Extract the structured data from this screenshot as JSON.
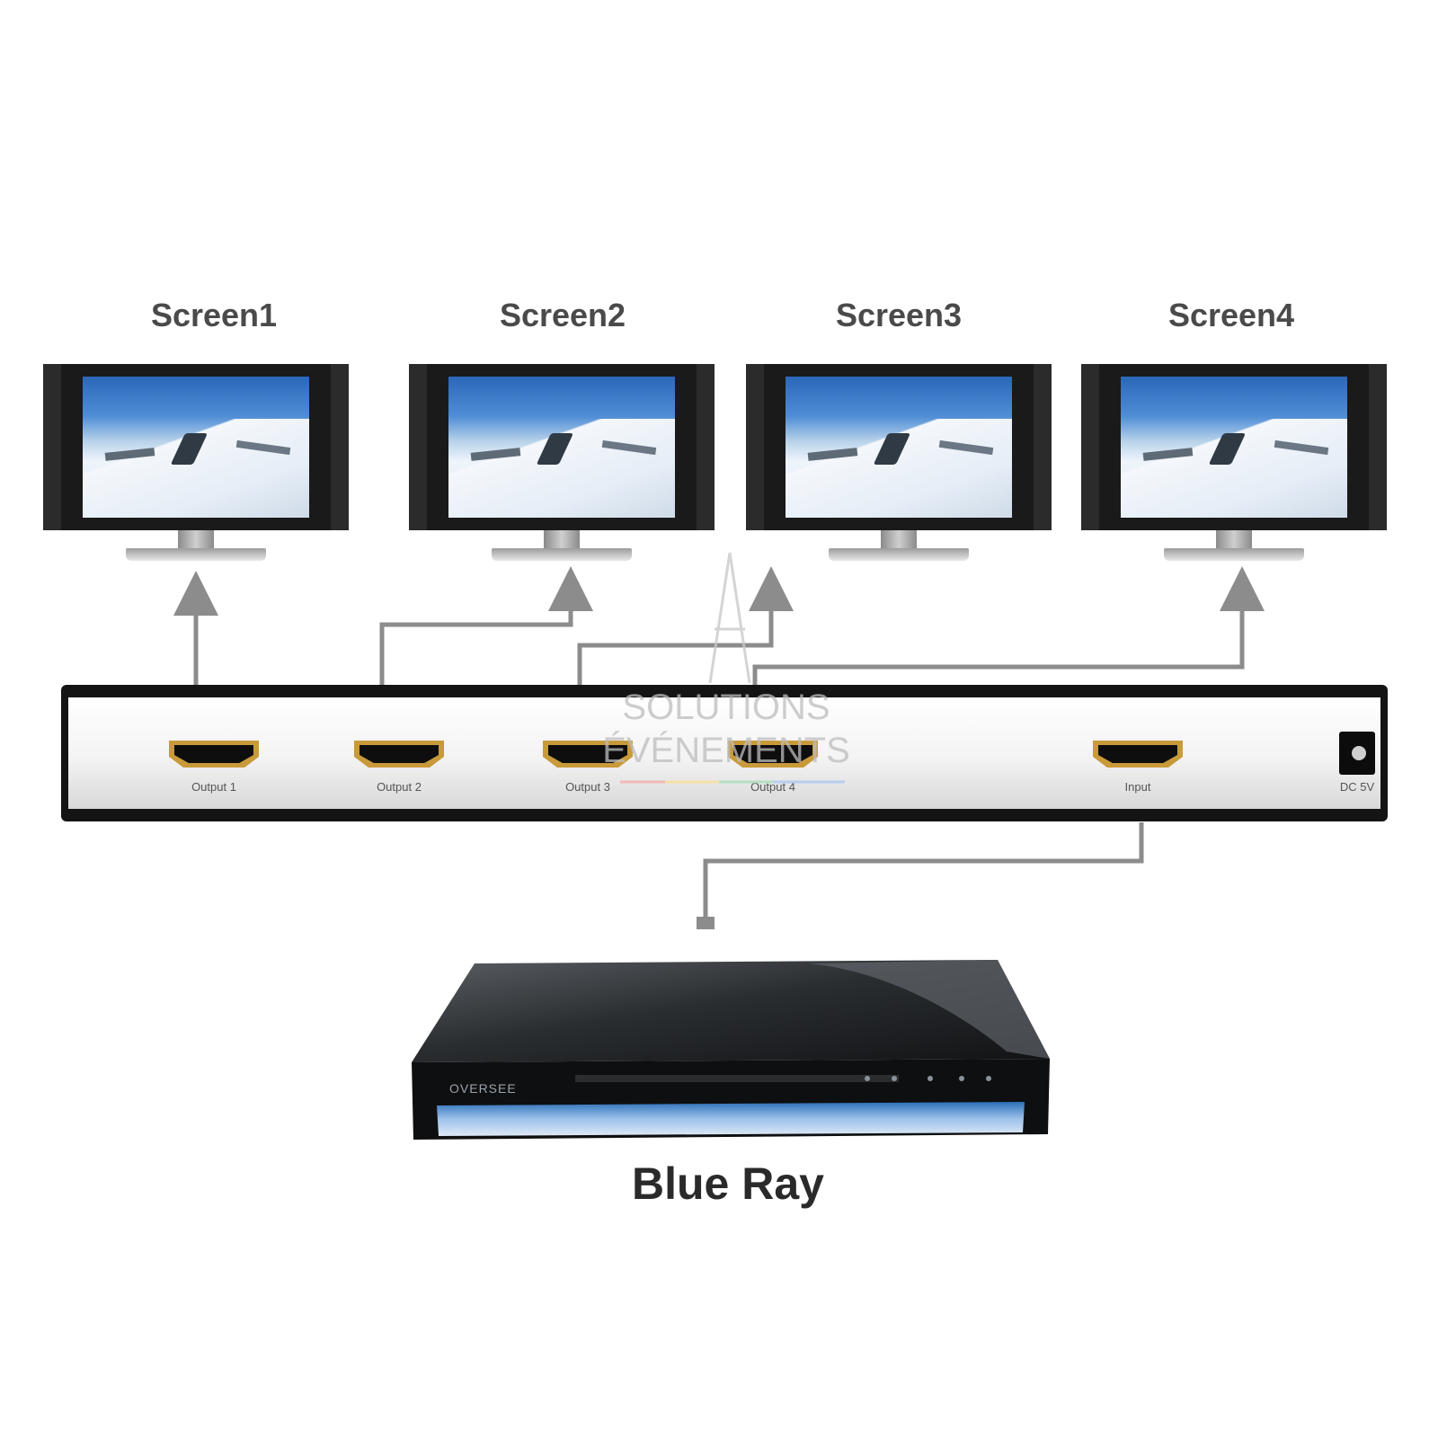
{
  "screens": [
    {
      "label": "Screen1"
    },
    {
      "label": "Screen2"
    },
    {
      "label": "Screen3"
    },
    {
      "label": "Screen4"
    }
  ],
  "switcher": {
    "ports": [
      {
        "label": "Output 1",
        "role": "output"
      },
      {
        "label": "Output 2",
        "role": "output"
      },
      {
        "label": "Output 3",
        "role": "output"
      },
      {
        "label": "Output 4",
        "role": "output"
      },
      {
        "label": "Input",
        "role": "input"
      }
    ],
    "power_label": "DC 5V"
  },
  "source": {
    "label": "Blue Ray",
    "brand": "OVERSEE"
  },
  "watermark": {
    "line1": "SOLUTIONS",
    "line2": "ÉVÉNEMENTS"
  },
  "colors": {
    "connector": "#c89a3a",
    "wire": "#8c8c8c",
    "screen_sky": "#2b67b8"
  }
}
